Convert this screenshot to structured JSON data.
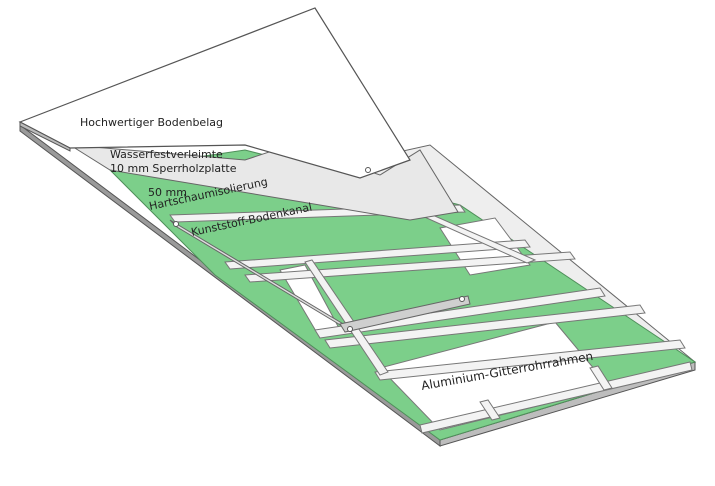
{
  "diagram": {
    "layers": [
      {
        "id": "flooring",
        "label": "Hochwertiger Bodenbelag"
      },
      {
        "id": "plywood",
        "label_line1": "Wasserfestverleimte",
        "label_line2": "10 mm Sperrholzplatte"
      },
      {
        "id": "foam",
        "label_line1": "50 mm",
        "label_line2": "Hartschaumisolierung"
      },
      {
        "id": "channel",
        "label": "Kunststoff-Bodenkanal"
      },
      {
        "id": "frame",
        "label": "Aluminium-Gitterrohrrahmen"
      }
    ],
    "colors": {
      "flooring": "#ffffff",
      "plywood": "#eaeaea",
      "foam": "#7ccf8a",
      "frame": "#e9e9e9",
      "outline": "#555555"
    }
  }
}
